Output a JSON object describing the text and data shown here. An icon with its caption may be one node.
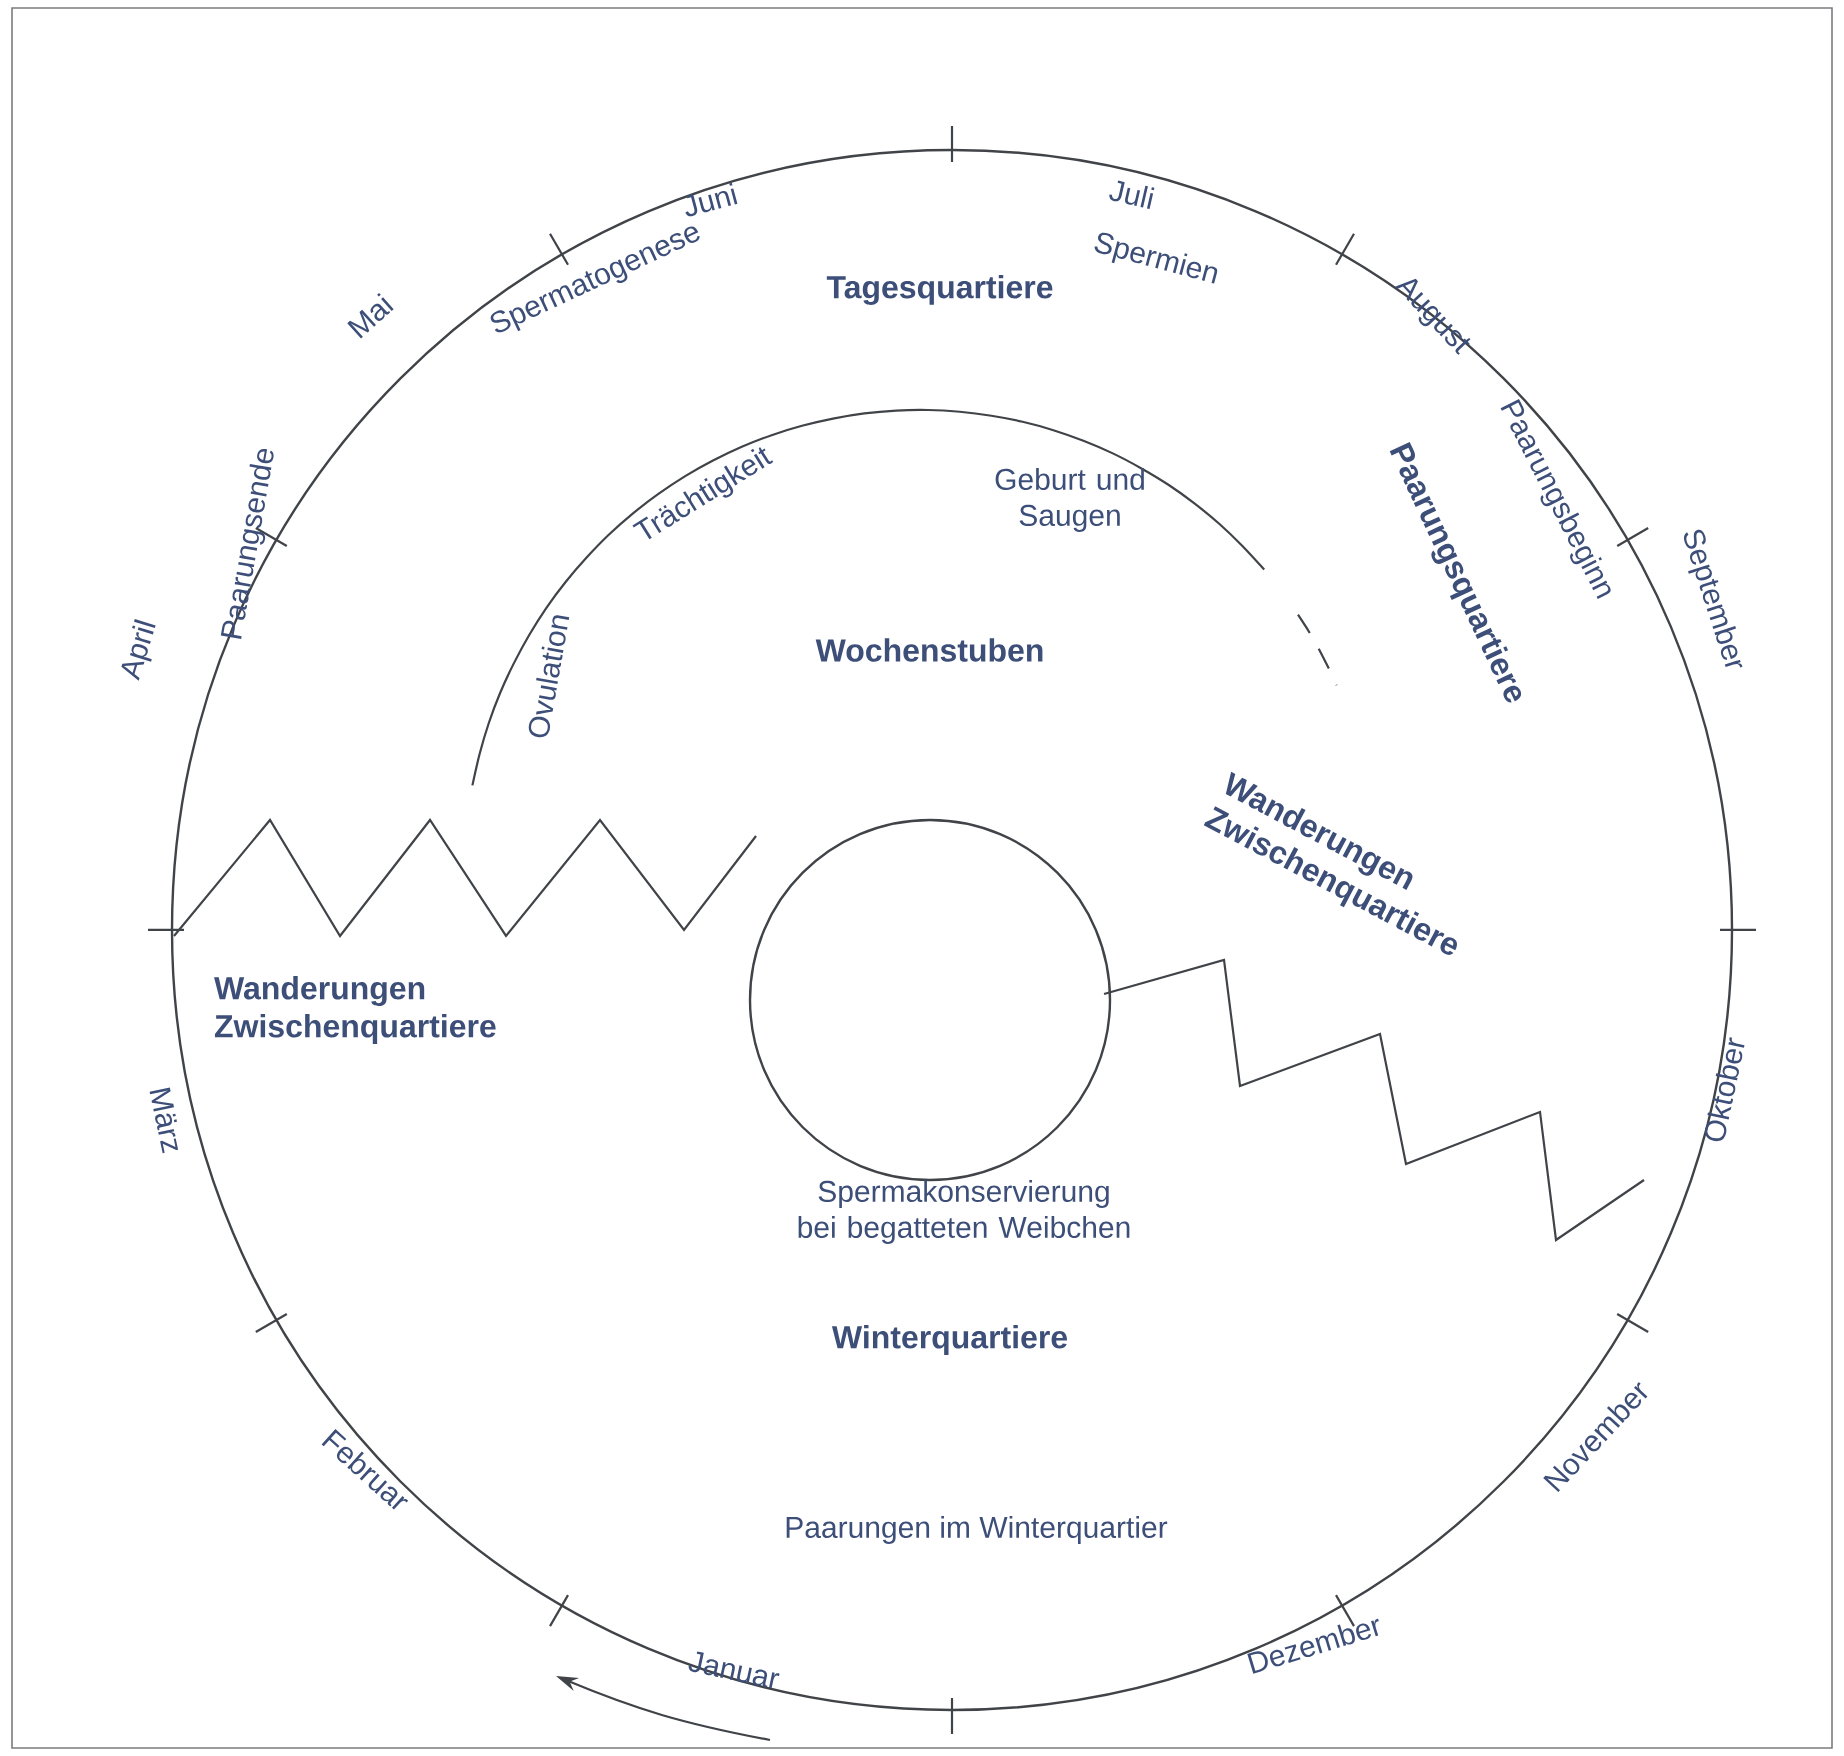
{
  "diagram": {
    "nodes": [
      {
        "text": [],
        "shape": "circle"
      }
    ],
    "labels": [
      "Juni",
      "Juli",
      "Mai",
      "Spermatogenese",
      "Spermien",
      "Tagesquartiere",
      "August",
      "Paarungsbeginn",
      "Paarungsquartiere",
      "Trächtigkeit",
      "Geburt und Saugen",
      "Paarungsende",
      "April",
      "September",
      "Wochenstuben",
      "Ovulation",
      "Wanderungen Zwischenquartiere",
      "Wanderungen Zwischenquartiere",
      "Oktober",
      "März",
      "Spermakonservierung bei begatteten Weibchen",
      "Winterquartiere",
      "November",
      "Februar",
      "Paarungen im Winterquartier",
      "Dezember",
      "Januar"
    ]
  }
}
